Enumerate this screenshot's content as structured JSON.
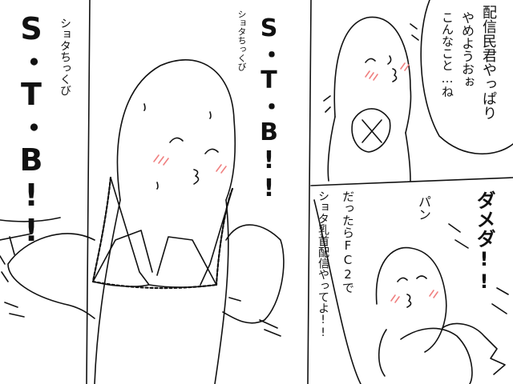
{
  "panels": {
    "left": {
      "shout_main": "S・T・B!!",
      "small_caption": "ショタちっくび"
    },
    "middle": {
      "shout_main": "S・T・B!!",
      "small_caption": "ショタちっくび"
    },
    "top_right": {
      "speech_line_1": "配信民君やっぱり",
      "speech_line_2": "やめようおぉ",
      "speech_line_3": "こんなこと…ね"
    },
    "bottom_right": {
      "speech_line_1": "だったらFC2で",
      "speech_line_2": "ショタ乳首配信やってよ!!",
      "sfx_slap": "パン",
      "shout": "ダメダ!!"
    }
  },
  "colors": {
    "ink": "#111111",
    "blush": "#f08080",
    "paper": "#ffffff"
  }
}
